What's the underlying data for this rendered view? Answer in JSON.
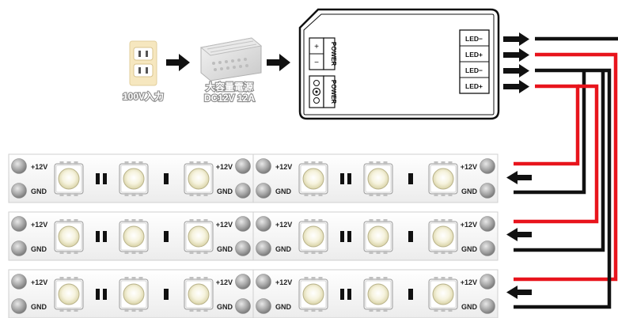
{
  "power_source": {
    "outlet_icon": "wall-outlet-icon",
    "outlet_label": "100V入力",
    "supply_icon": "power-supply-unit-icon",
    "supply_label_line1": "大容量電源",
    "supply_label_line2": "DC12V 12A"
  },
  "controller": {
    "power_port_1": {
      "plus": "+",
      "minus": "−",
      "label": "POWER"
    },
    "power_port_2": {
      "label": "POWER"
    },
    "led_terminals": [
      "LED−",
      "LED+",
      "LED−",
      "LED+"
    ]
  },
  "strip_labels": {
    "positive": "+12V",
    "ground": "GND"
  },
  "strip_rows": 3,
  "strip_segments_per_row": 2,
  "wire_colors": {
    "positive": "#e8141c",
    "negative": "#111111"
  },
  "accent_colors": {
    "outlet": "#f6e7bf",
    "solder_pad": "#9a9a9a",
    "led_chip": "#f2efd8"
  }
}
